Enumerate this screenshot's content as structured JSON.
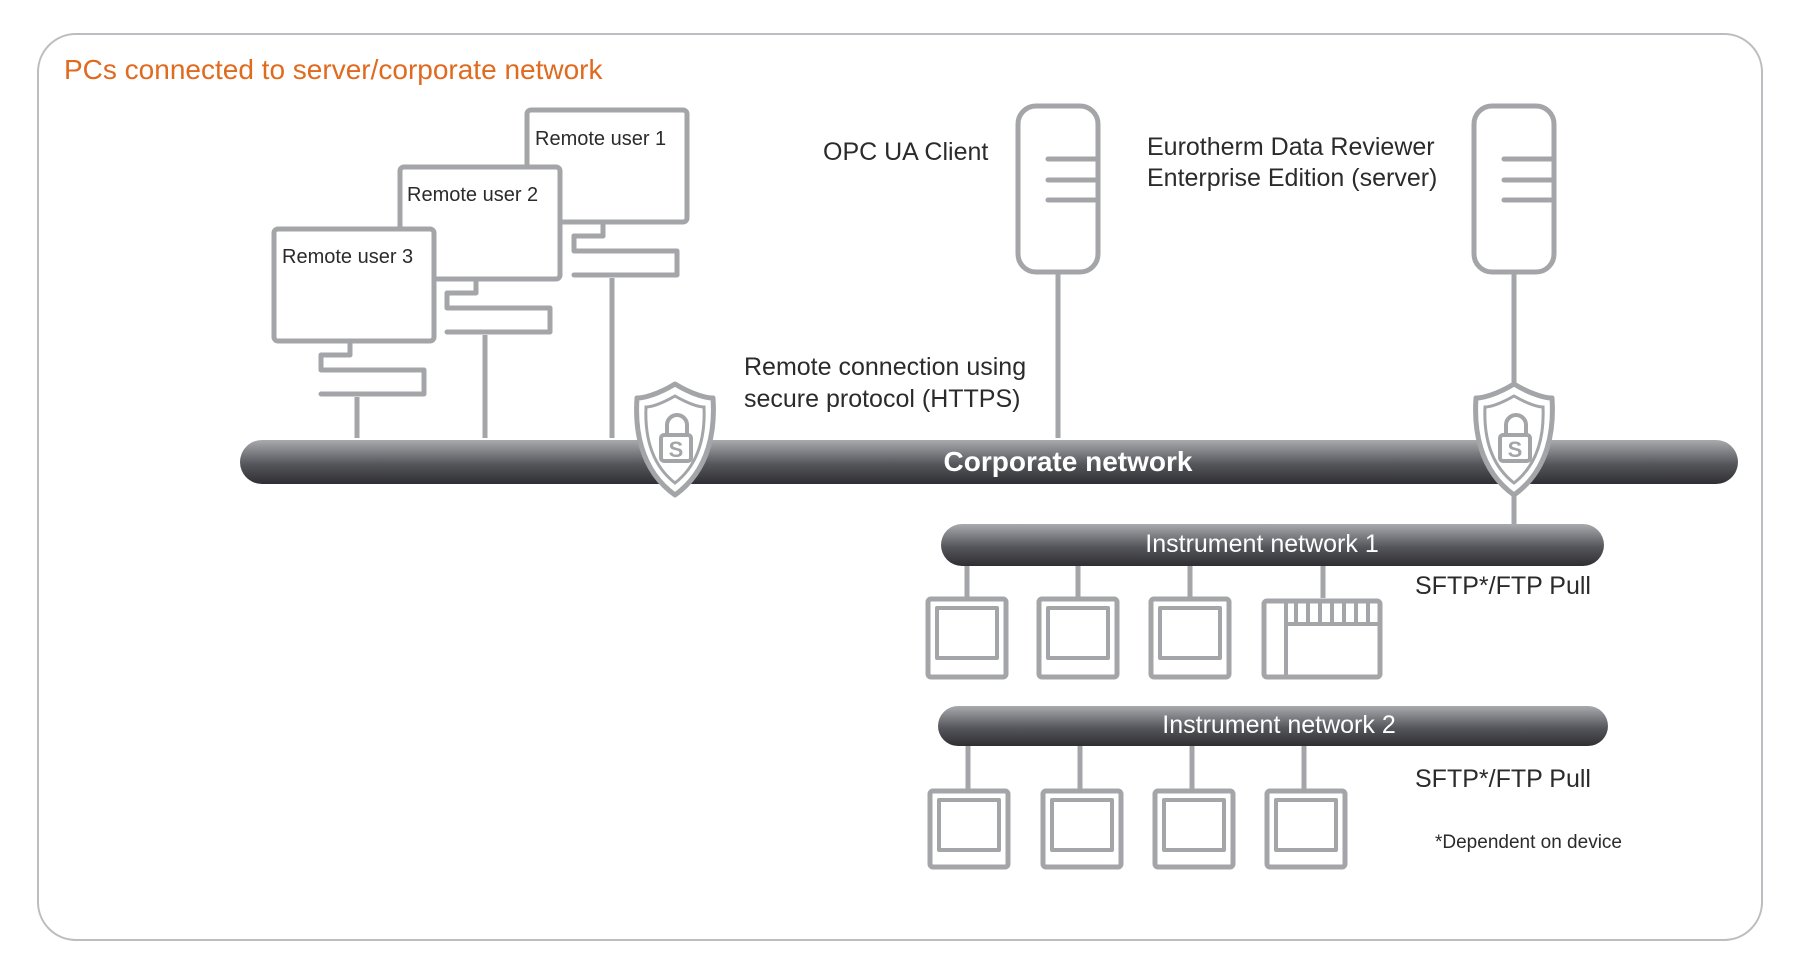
{
  "title": "PCs connected to server/corporate network",
  "remote_users": [
    "Remote user 1",
    "Remote user 2",
    "Remote user 3"
  ],
  "opc_client_label": "OPC UA Client",
  "server_label": [
    "Eurotherm Data Reviewer",
    "Enterprise Edition (server)"
  ],
  "remote_connection_label": [
    "Remote connection using",
    "secure protocol (HTTPS)"
  ],
  "corporate_network_label": "Corporate network",
  "instrument_network_1_label": "Instrument network 1",
  "instrument_network_2_label": "Instrument network 2",
  "sftp_label_1": "SFTP*/FTP Pull",
  "sftp_label_2": "SFTP*/FTP Pull",
  "footnote": "*Dependent on device",
  "colors": {
    "title": "#e06a1e",
    "device_stroke": "#a4a5a8",
    "bus_dark": "#3f3f44",
    "bus_light": "#a9aaae",
    "frame": "#bcbdc0"
  },
  "icons": [
    "monitor-icon",
    "server-icon",
    "shield-lock-icon",
    "instrument-icon"
  ]
}
